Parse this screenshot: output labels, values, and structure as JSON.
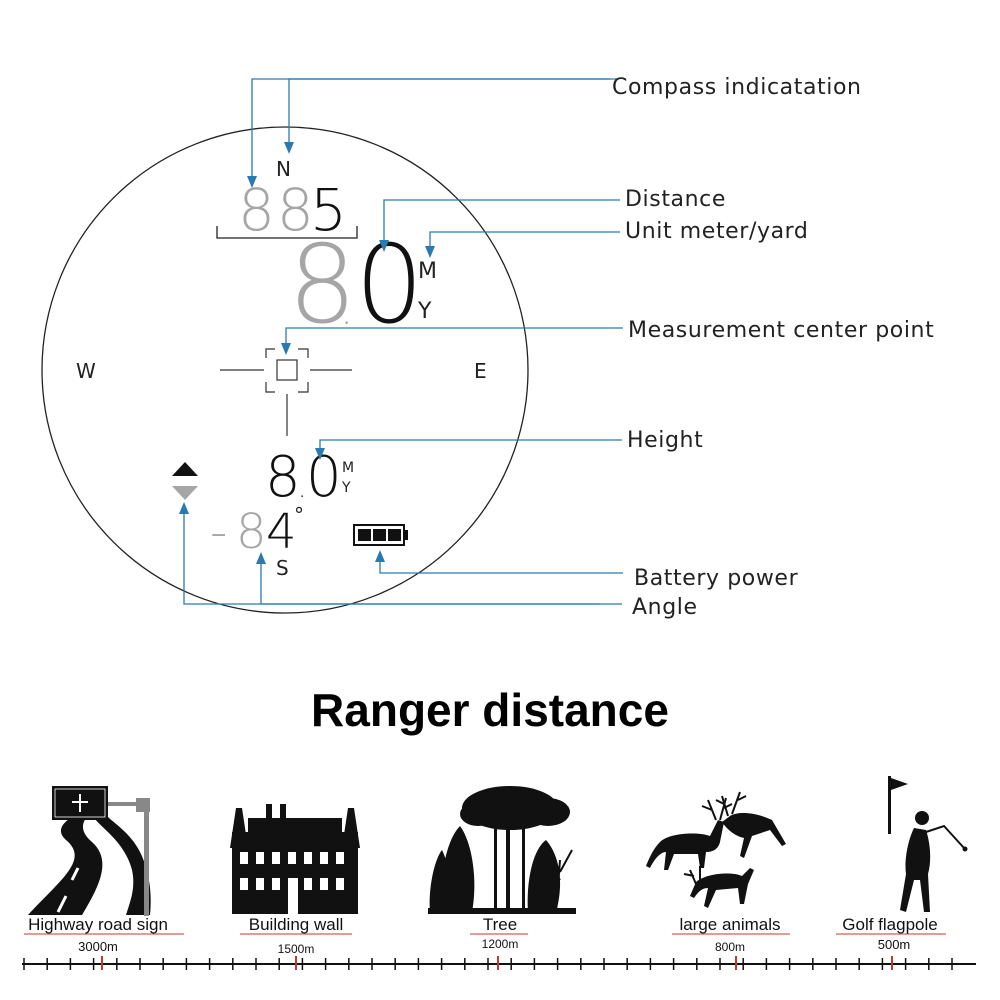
{
  "colors": {
    "callout": "#2a7ab0",
    "dim": "#a6a6a6",
    "dark": "#111111",
    "tick_red": "#c0392b"
  },
  "display": {
    "compass_dim_digits": "88",
    "compass_digit": "5",
    "compass_n": "N",
    "distance_int": "8",
    "distance_dec": "0",
    "distance_dot": ".",
    "unit_m": "M",
    "unit_y": "Y",
    "west": "W",
    "east": "E",
    "height_int": "8",
    "height_dec": "0",
    "height_dot": ".",
    "angle_minus": "-",
    "angle_dim_digit": "8",
    "angle_digit": "4",
    "angle_degree": "°",
    "angle_s": "S"
  },
  "callouts": {
    "compass": "Compass indicatation",
    "distance": "Distance",
    "unit": "Unit meter/yard",
    "center": "Measurement center point",
    "height": "Height",
    "battery": "Battery power",
    "angle": "Angle"
  },
  "section_title": "Ranger distance",
  "ranges": [
    {
      "label": "Highway road sign",
      "distance": "3000m",
      "icon": "road-sign-icon"
    },
    {
      "label": "Building wall",
      "distance": "1500m",
      "icon": "building-icon"
    },
    {
      "label": "Tree",
      "distance": "1200m",
      "icon": "tree-icon"
    },
    {
      "label": "large animals",
      "distance": "800m",
      "icon": "deer-icon"
    },
    {
      "label": "Golf flagpole",
      "distance": "500m",
      "icon": "golfer-icon"
    }
  ]
}
